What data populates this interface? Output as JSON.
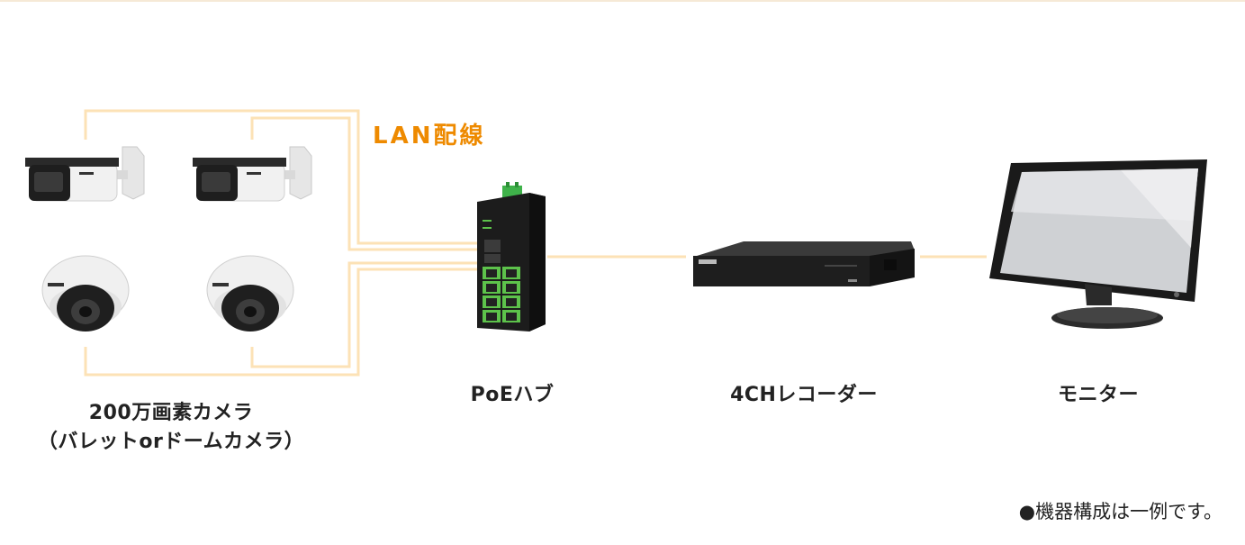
{
  "lan_label": "LAN配線",
  "camera_group": {
    "label_line1": "200万画素カメラ",
    "label_line2": "（バレットorドームカメラ）",
    "cameras": [
      {
        "type": "bullet",
        "icon": "bullet-camera-icon"
      },
      {
        "type": "bullet",
        "icon": "bullet-camera-icon"
      },
      {
        "type": "dome",
        "icon": "dome-camera-icon"
      },
      {
        "type": "dome",
        "icon": "dome-camera-icon"
      }
    ]
  },
  "hub": {
    "label": "PoEハブ",
    "icon": "poe-hub-icon"
  },
  "recorder": {
    "label": "4CHレコーダー",
    "icon": "recorder-icon"
  },
  "monitor": {
    "label": "モニター",
    "icon": "monitor-icon"
  },
  "note": "●機器構成は一例です。",
  "colors": {
    "cable": "#fce2b6",
    "lan_label": "#ee8a00",
    "text": "#222222",
    "port_green": "#5dc24b",
    "terminal_green": "#3fb24a"
  }
}
